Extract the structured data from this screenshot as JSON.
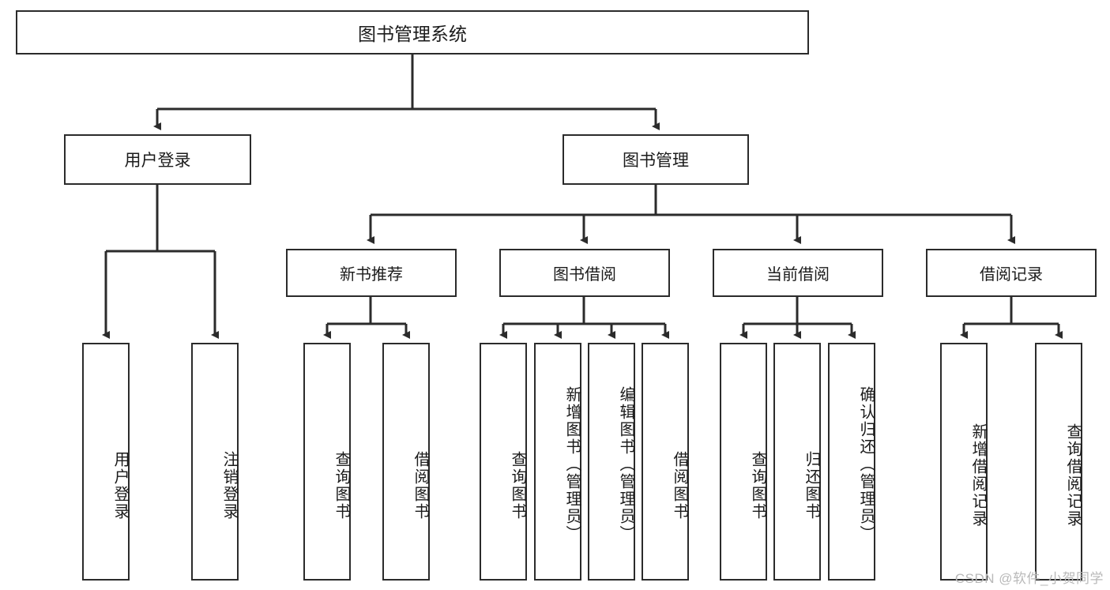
{
  "diagram": {
    "title": "图书管理系统",
    "type": "hierarchy-tree",
    "root": {
      "label": "图书管理系统"
    },
    "level1": [
      {
        "label": "用户登录"
      },
      {
        "label": "图书管理"
      }
    ],
    "level2": [
      {
        "label": "新书推荐"
      },
      {
        "label": "图书借阅"
      },
      {
        "label": "当前借阅"
      },
      {
        "label": "借阅记录"
      }
    ],
    "leaves": {
      "user_login": [
        {
          "label": "用户登录"
        },
        {
          "label": "注销登录"
        }
      ],
      "new_book_recommend": [
        {
          "label": "查询图书"
        },
        {
          "label": "借阅图书"
        }
      ],
      "book_borrow": [
        {
          "label": "查询图书"
        },
        {
          "label": "新增图书（管理员）"
        },
        {
          "label": "编辑图书（管理员）"
        },
        {
          "label": "借阅图书"
        }
      ],
      "current_borrow": [
        {
          "label": "查询图书"
        },
        {
          "label": "归还图书"
        },
        {
          "label": "确认归还（管理员）"
        }
      ],
      "borrow_record": [
        {
          "label": "新增借阅记录"
        },
        {
          "label": "查询借阅记录"
        }
      ]
    }
  },
  "watermark": {
    "text": "CSDN @软件_小贺同学"
  },
  "colors": {
    "stroke": "#2b2b2b",
    "background": "#ffffff",
    "text": "#1b1b1b",
    "watermark": "#b9b9b9"
  }
}
